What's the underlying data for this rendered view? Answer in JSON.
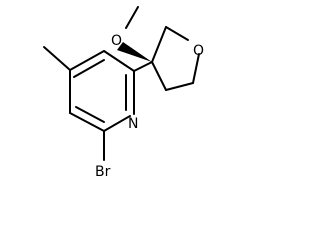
{
  "molecule": {
    "atoms": {
      "methoxy_oxygen": "O",
      "ring_oxygen": "O",
      "pyridine_nitrogen": "N",
      "bromine": "Br"
    }
  },
  "colors": {
    "bond": "#000000",
    "text": "#000000",
    "background": "#ffffff"
  }
}
